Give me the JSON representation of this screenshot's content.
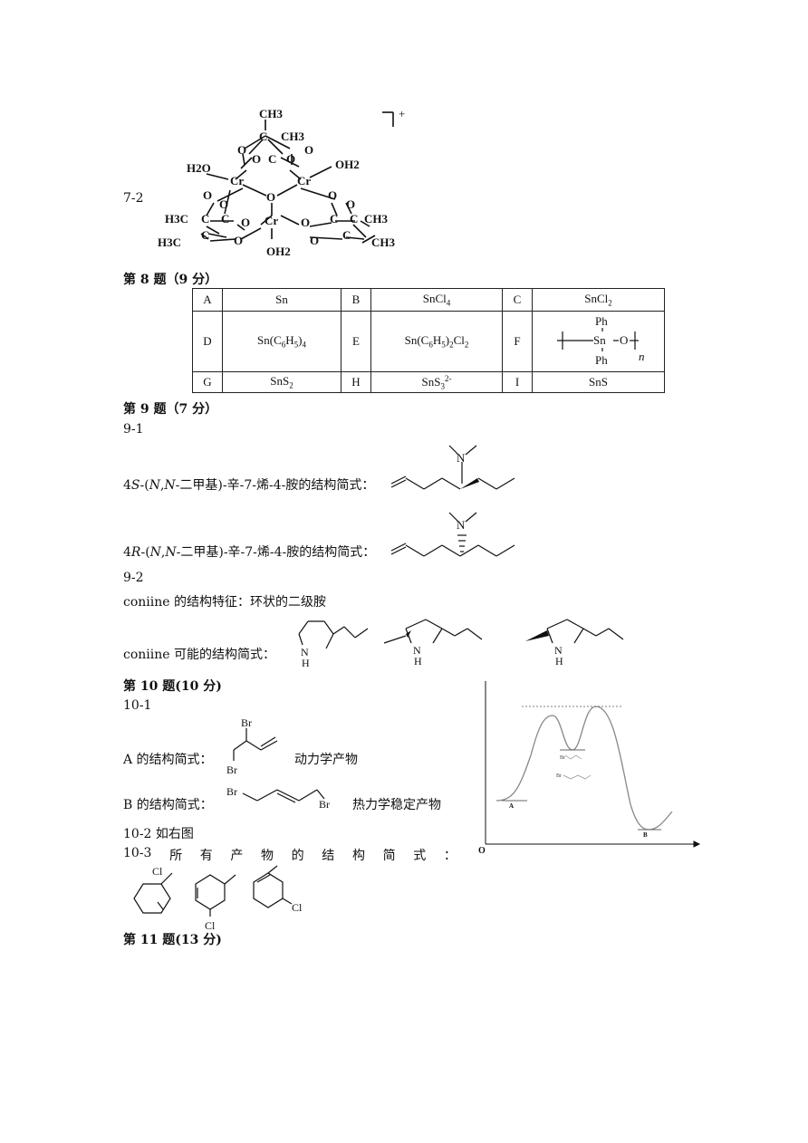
{
  "q7": {
    "label": "7-2",
    "charge": "+",
    "struct": {
      "ch3": "CH3",
      "c": "C",
      "o": "O",
      "cr": "Cr",
      "h2o_left": "H2O",
      "oh2_right": "OH2",
      "oh2_bottom": "OH2",
      "h3c": "H3C"
    }
  },
  "q8": {
    "heading": "第 8 题（9 分）",
    "rows": [
      [
        {
          "k": "A",
          "v": "Sn"
        },
        {
          "k": "B",
          "v": "SnCl4"
        },
        {
          "k": "C",
          "v": "SnCl2"
        }
      ],
      [
        {
          "k": "D",
          "v": "Sn(C6H5)4"
        },
        {
          "k": "E",
          "v": "Sn(C6H5)2Cl2"
        },
        {
          "k": "F",
          "v": ""
        }
      ],
      [
        {
          "k": "G",
          "v": "SnS2"
        },
        {
          "k": "H",
          "v": "SnS3"
        },
        {
          "k": "I",
          "v": "SnS"
        }
      ]
    ],
    "polymer": {
      "ph_top": "Ph",
      "sn": "Sn",
      "o": "O",
      "ph_bottom": "Ph",
      "n": "n"
    },
    "h_charge": "2-"
  },
  "q9": {
    "heading": "第 9 题（7 分）",
    "p1": "9-1",
    "s_line": {
      "pre": "4",
      "ital": "S",
      "mid": "-(",
      "n1": "N",
      "c": ",",
      "n2": "N",
      "post": "-二甲基)-辛-7-烯-4-胺的结构简式："
    },
    "r_line": {
      "pre": "4",
      "ital": "R",
      "mid": "-(",
      "n1": "N",
      "c": ",",
      "n2": "N",
      "post": "-二甲基)-辛-7-烯-4-胺的结构简式："
    },
    "n_atom": "N",
    "p2": "9-2",
    "feature": "coniine 的结构特征：环状的二级胺",
    "possible": "coniine  可能的结构简式：",
    "nh": {
      "n": "N",
      "h": "H"
    }
  },
  "q10": {
    "heading": "第 10 题(10 分)",
    "p1": "10-1",
    "a_label": "A 的结构简式：",
    "a_note": "动力学产物",
    "b_label": "B  的结构简式：",
    "b_note": "热力学稳定产物",
    "br": "Br",
    "p2": "10-2 如右图",
    "p3": [
      "10-3",
      "所",
      "有",
      "产",
      "物",
      "的",
      "结",
      "构",
      "简",
      "式",
      "："
    ],
    "cl": "Cl",
    "diagram": {
      "origin": "O",
      "a": "A",
      "b": "B",
      "br_small": "Br"
    }
  },
  "q11": {
    "heading": "第 11 题(13 分)"
  }
}
